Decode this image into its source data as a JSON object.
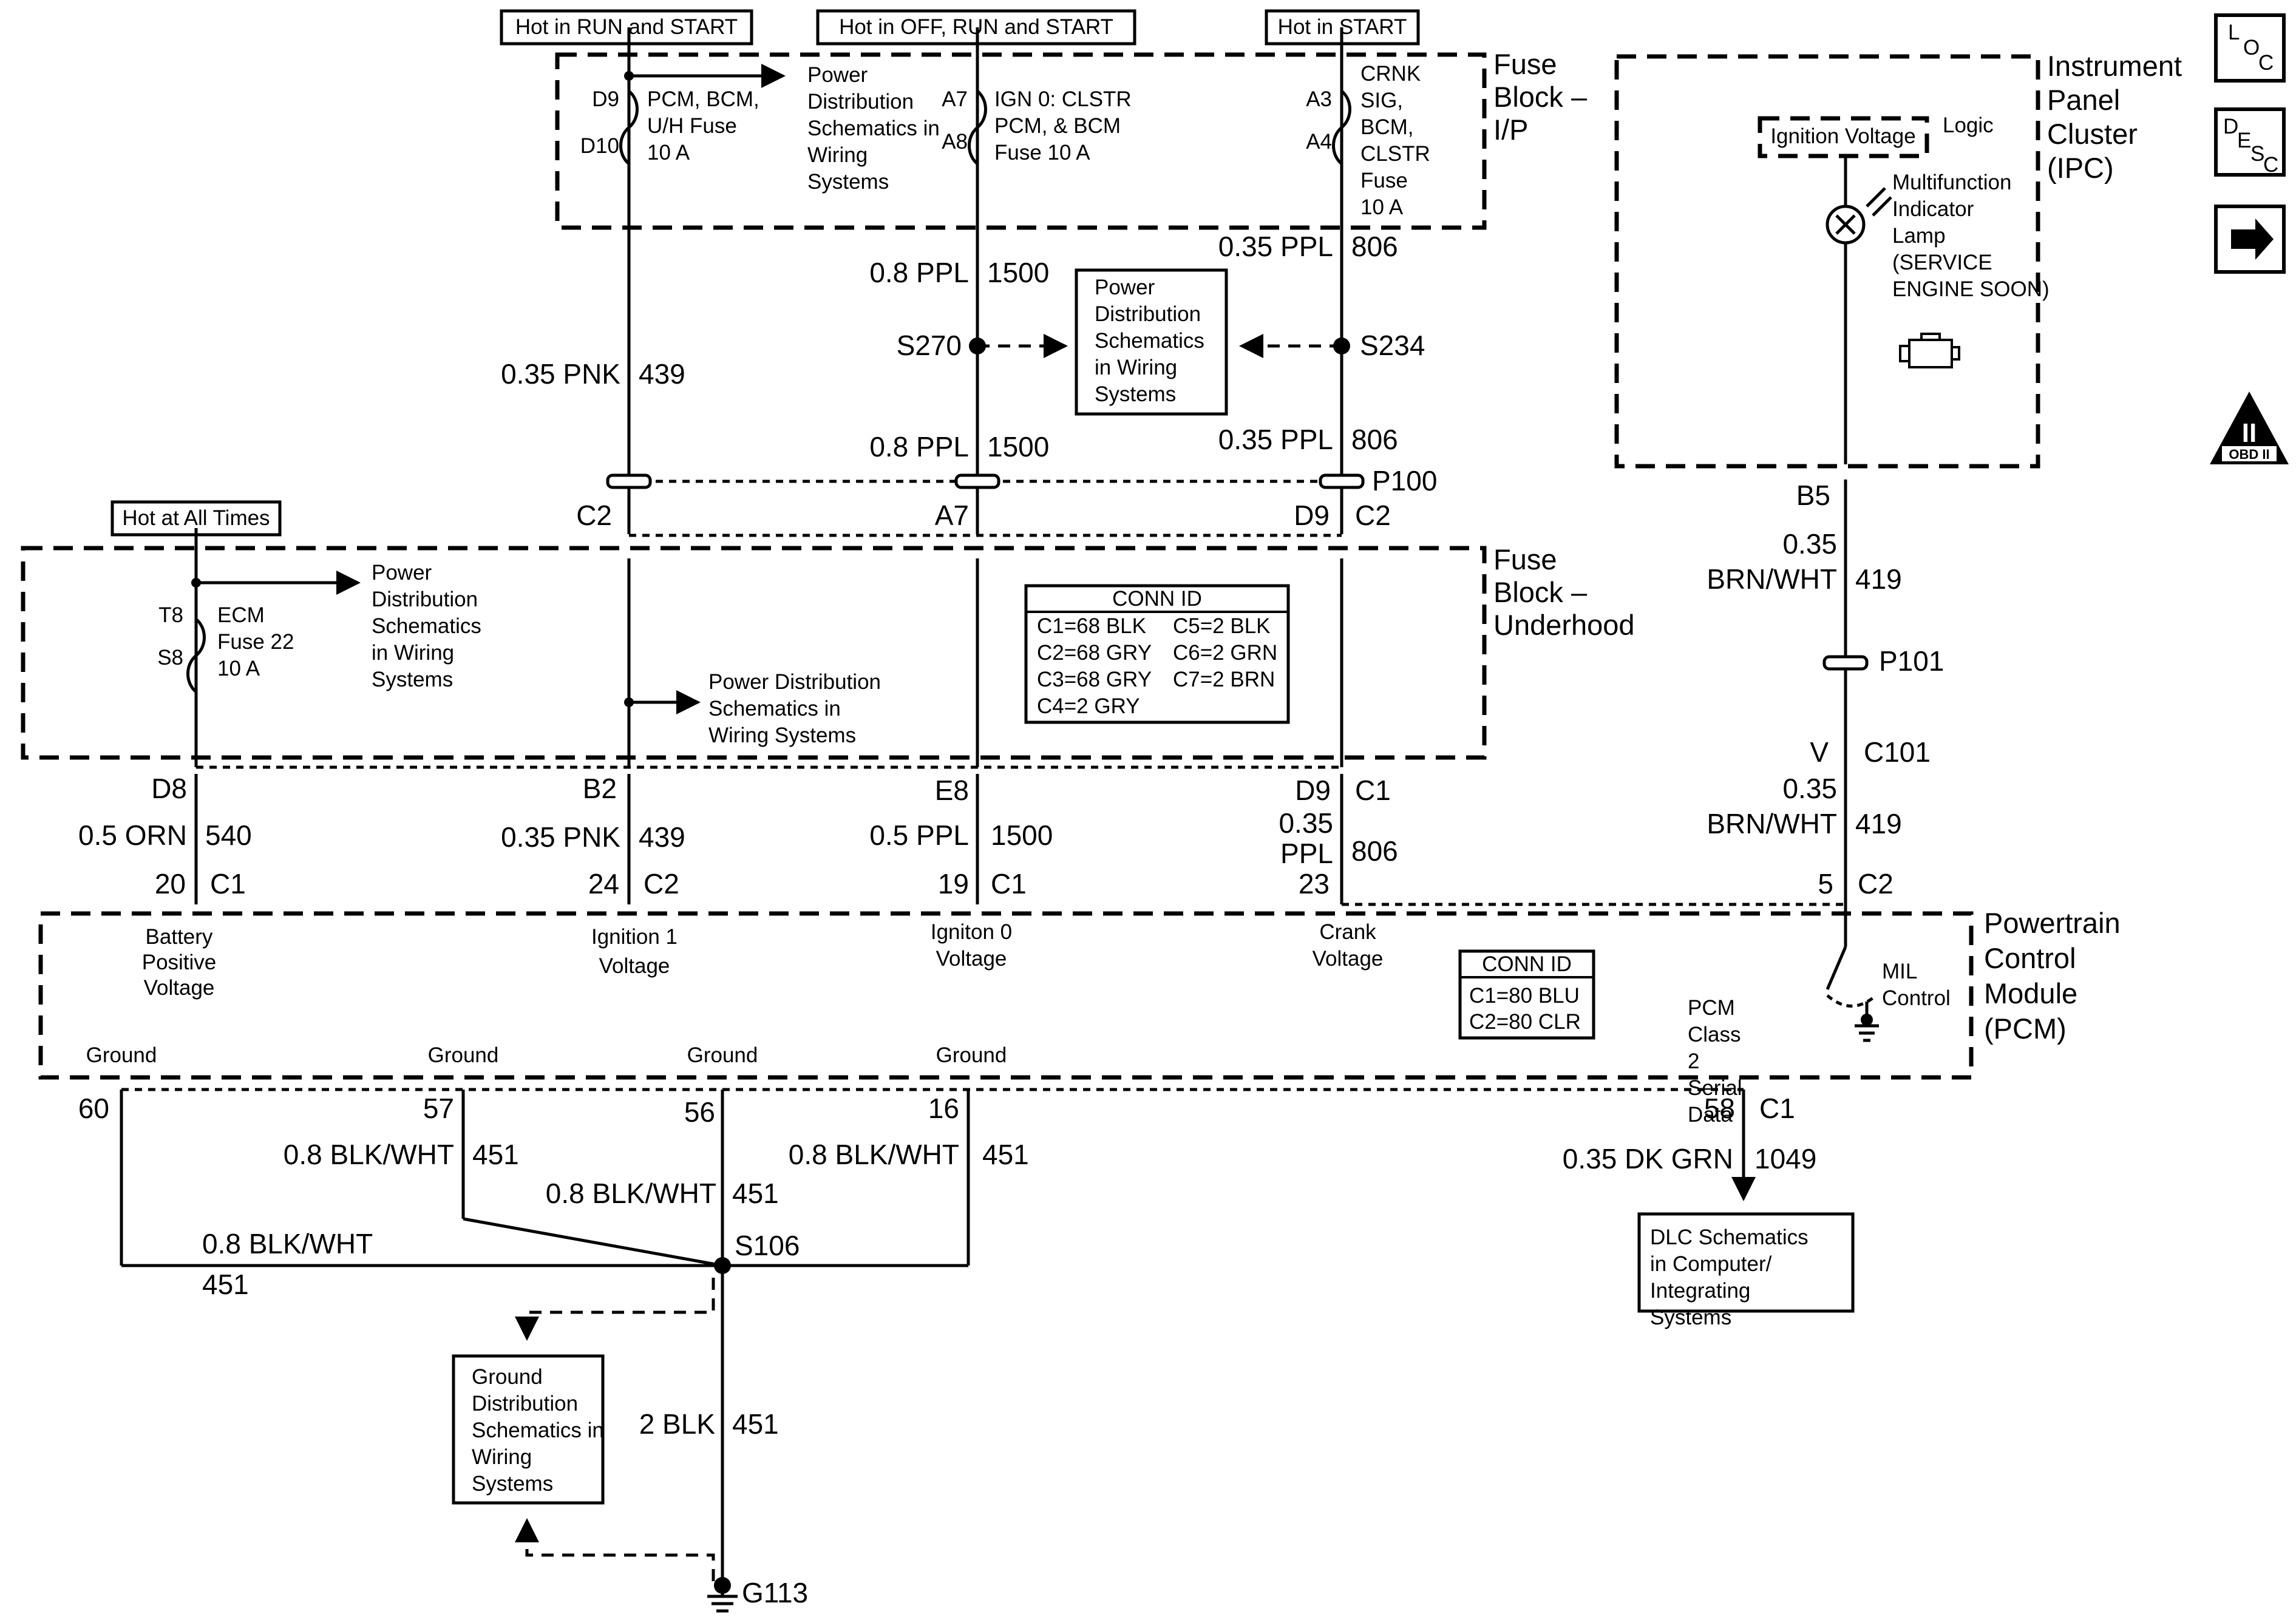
{
  "supply_labels": {
    "run_start": "Hot in RUN and START",
    "off_run_start": "Hot in OFF, RUN and START",
    "start": "Hot in START",
    "all_times": "Hot at All Times"
  },
  "modules": {
    "fuse_block_ip": "Fuse Block – I/P",
    "fuse_block_underhood": "Fuse Block – Underhood",
    "ipc": "Instrument Panel Cluster (IPC)",
    "pcm": "Powertrain Control Module (PCM)"
  },
  "fuses": {
    "pcm_bcm": {
      "term_a": "D9",
      "term_b": "D10",
      "label": "PCM, BCM, U/H Fuse 10 A"
    },
    "ign0": {
      "term_a": "A7",
      "term_b": "A8",
      "label": "IGN 0: CLSTR PCM, & BCM Fuse 10 A"
    },
    "crnk": {
      "term_a": "A3",
      "term_b": "A4",
      "label": "CRNK SIG, BCM, CLSTR Fuse 10 A"
    },
    "ecm": {
      "term_a": "T8",
      "term_b": "S8",
      "label": "ECM Fuse 22 10 A"
    }
  },
  "references": {
    "power_dist_1": "Power Distribution Schematics in Wiring Systems",
    "power_dist_center": "Power Distribution Schematics in Wiring Systems",
    "power_dist_ecm": "Power Distribution Schematics in Wiring Systems",
    "power_dist_ign1": "Power Distribution Schematics in Wiring Systems",
    "ground_dist": "Ground Distribution Schematics in Wiring Systems",
    "dlc": "DLC Schematics in Computer/ Integrating Systems"
  },
  "wires": {
    "w1500_upper": {
      "gauge": "0.8 PPL",
      "circuit": "1500"
    },
    "w806_upper": {
      "gauge": "0.35 PPL",
      "circuit": "806"
    },
    "w439_upper": {
      "gauge": "0.35 PNK",
      "circuit": "439"
    },
    "w1500_mid": {
      "gauge": "0.8 PPL",
      "circuit": "1500"
    },
    "w806_mid": {
      "gauge": "0.35 PPL",
      "circuit": "806"
    },
    "w419_upper": {
      "gauge": "0.35 BRN/WHT",
      "circuit": "419"
    },
    "w540": {
      "gauge": "0.5 ORN",
      "circuit": "540"
    },
    "w439_lower": {
      "gauge": "0.35 PNK",
      "circuit": "439"
    },
    "w1500_lower": {
      "gauge": "0.5 PPL",
      "circuit": "1500"
    },
    "w806_lower": {
      "gauge": "0.35 PPL",
      "circuit": "806"
    },
    "w419_lower": {
      "gauge": "0.35 BRN/WHT",
      "circuit": "419"
    },
    "w451_57": {
      "gauge": "0.8 BLK/WHT",
      "circuit": "451"
    },
    "w451_16": {
      "gauge": "0.8 BLK/WHT",
      "circuit": "451"
    },
    "w451_56": {
      "gauge": "0.8 BLK/WHT",
      "circuit": "451"
    },
    "w451_60": {
      "gauge": "0.8 BLK/WHT",
      "circuit": "451"
    },
    "w451_main": {
      "gauge": "2 BLK",
      "circuit": "451"
    },
    "w1049": {
      "gauge": "0.35 DK GRN",
      "circuit": "1049"
    }
  },
  "splices": {
    "s270": "S270",
    "s234": "S234",
    "s106": "S106",
    "g113": "G113"
  },
  "connectors": {
    "p100": "P100",
    "p101": "P101",
    "c101": "C101",
    "c101_pin": "V",
    "c2": "C2",
    "c1": "C1",
    "a7": "A7",
    "d9": "D9",
    "b5": "B5",
    "d8": "D8",
    "b2": "B2",
    "e8": "E8",
    "d9b": "D9",
    "pin20": "20",
    "pin24": "24",
    "pin19": "19",
    "pin23": "23",
    "pin5": "5",
    "pin60": "60",
    "pin57": "57",
    "pin56": "56",
    "pin16": "16",
    "pin58": "58"
  },
  "conn_id_fuse": {
    "title": "CONN ID",
    "rows": [
      [
        "C1=68 BLK",
        "C5=2 BLK"
      ],
      [
        "C2=68 GRY",
        "C6=2 GRN"
      ],
      [
        "C3=68 GRY",
        "C7=2 BRN"
      ],
      [
        "C4=2 GRY",
        ""
      ]
    ]
  },
  "conn_id_pcm": {
    "title": "CONN ID",
    "rows": [
      "C1=80 BLU",
      "C2=80 CLR"
    ]
  },
  "pcm_inputs": {
    "battery": "Battery Positive Voltage",
    "ignition1": "Ignition 1 Voltage",
    "ignition0": "Igniton 0 Voltage",
    "crank": "Crank Voltage",
    "class2": "PCM Class 2 Serial Data",
    "mil": "MIL Control",
    "ground": "Ground"
  },
  "ipc": {
    "ignition_voltage": "Ignition Voltage",
    "logic": "Logic",
    "lamp": "Multifunction Indicator Lamp (SERVICE ENGINE SOON)"
  },
  "side_icons": {
    "loc": [
      "L",
      "O",
      "C"
    ],
    "desc": [
      "D",
      "E",
      "S",
      "C"
    ],
    "obd": [
      "II",
      "OBD II"
    ]
  }
}
